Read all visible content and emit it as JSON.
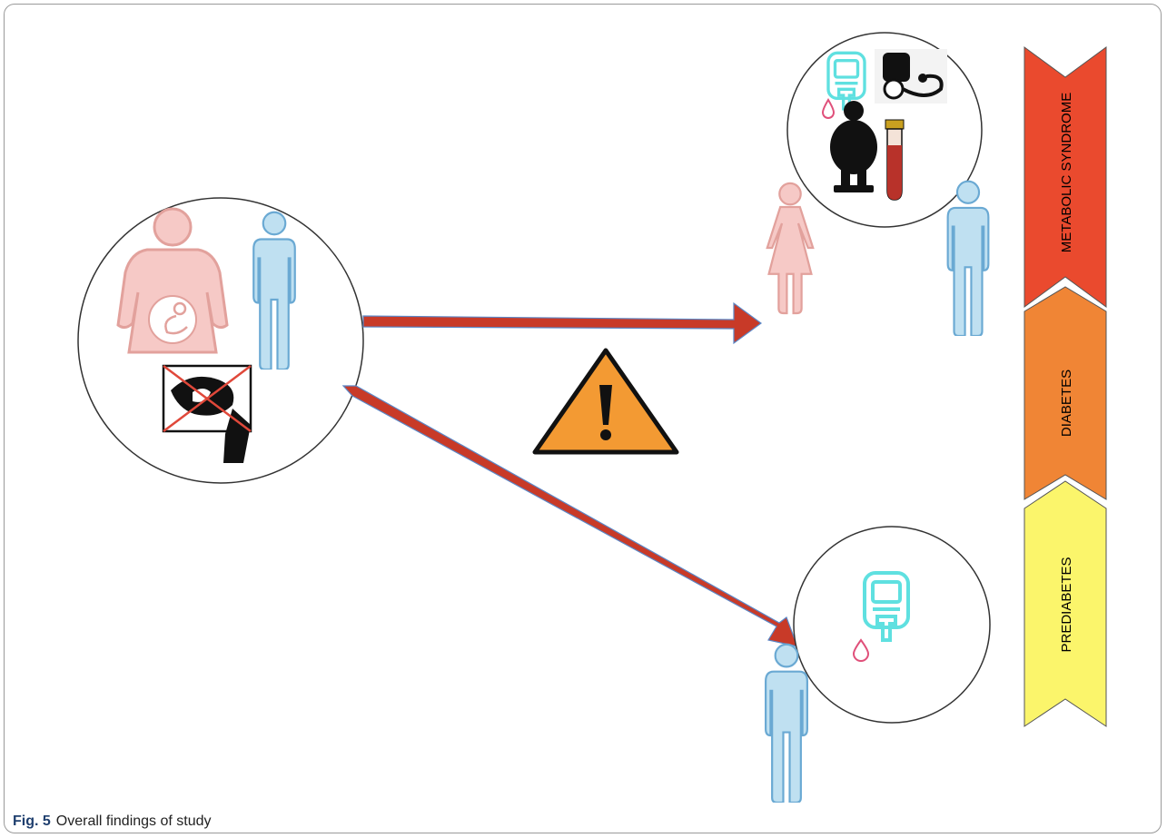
{
  "caption": {
    "label": "Fig. 5",
    "text": "Overall findings of study"
  },
  "stages": {
    "metabolic": {
      "label": "METABOLIC SYNDROME",
      "color": "#ea4a2e"
    },
    "diabetes": {
      "label": "DIABETES",
      "color": "#f08535"
    },
    "prediabetes": {
      "label": "PREDIABETES",
      "color": "#fbf56b"
    }
  },
  "colors": {
    "arrow": "#c83a28",
    "arrow_outline": "#5b87c6",
    "female": "#f6c9c6",
    "female_stroke": "#e2a19c",
    "male": "#bfe0f1",
    "male_stroke": "#6aa9d3",
    "glucometer": "#5fe0e0",
    "blood_drop": "#e0507a",
    "warning_fill": "#f39a33",
    "cross": "#e0483a"
  },
  "icons": {
    "warning": "warning-icon",
    "pregnant_female": "pregnant-woman-icon",
    "male": "man-icon",
    "female": "woman-icon",
    "no_ultrasound": "crossed-ultrasound-icon",
    "glucometer": "glucometer-icon",
    "blood_pressure": "blood-pressure-cuff-icon",
    "obese_person": "obese-person-on-scale-icon",
    "blood_tube": "blood-tube-icon"
  }
}
